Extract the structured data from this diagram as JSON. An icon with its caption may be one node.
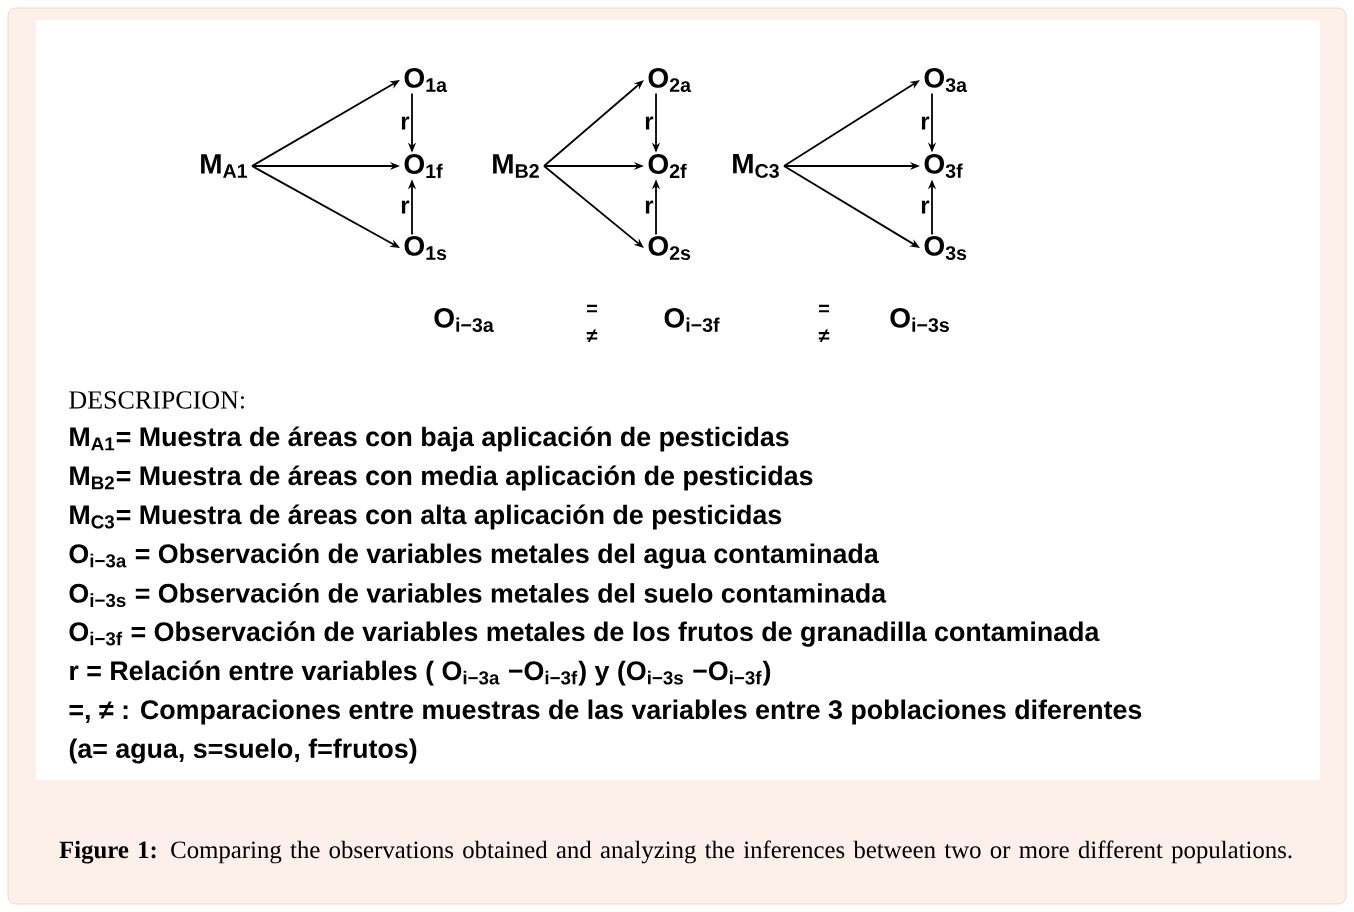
{
  "diagram": {
    "caption": "**Figure 1:** Comparing the observations obtained and analyzing the inferences between two or more different populations.",
    "nodes": [
      {
        "text": [
          "M$_{A1}$"
        ]
      },
      {
        "text": [
          "O$_{1a}$"
        ]
      },
      {
        "text": [
          "O$_{1f}$"
        ]
      },
      {
        "text": [
          "O$_{1s}$"
        ]
      },
      {
        "text": [
          "M$_{B2}$"
        ]
      },
      {
        "text": [
          "O$_{2a}$"
        ]
      },
      {
        "text": [
          "O$_{2f}$"
        ]
      },
      {
        "text": [
          "O$_{2s}$"
        ]
      },
      {
        "text": [
          "M$_{C3}$"
        ]
      },
      {
        "text": [
          "O$_{3a}$"
        ]
      },
      {
        "text": [
          "O$_{3f}$"
        ]
      },
      {
        "text": [
          "O$_{3s}$"
        ]
      }
    ],
    "edges": [
      {
        "from": 0,
        "to": 1,
        "arrow": "to"
      },
      {
        "from": 0,
        "to": 2,
        "arrow": "to"
      },
      {
        "from": 0,
        "to": 3,
        "arrow": "to"
      },
      {
        "from": 1,
        "to": 2,
        "arrow": "to",
        "label": "r"
      },
      {
        "from": 3,
        "to": 2,
        "arrow": "to",
        "label": "r"
      },
      {
        "from": 4,
        "to": 5,
        "arrow": "to"
      },
      {
        "from": 4,
        "to": 6,
        "arrow": "to"
      },
      {
        "from": 4,
        "to": 7,
        "arrow": "to"
      },
      {
        "from": 5,
        "to": 6,
        "arrow": "to",
        "label": "r"
      },
      {
        "from": 7,
        "to": 6,
        "arrow": "to",
        "label": "r"
      },
      {
        "from": 8,
        "to": 9,
        "arrow": "to"
      },
      {
        "from": 8,
        "to": 10,
        "arrow": "to"
      },
      {
        "from": 8,
        "to": 11,
        "arrow": "to"
      },
      {
        "from": 9,
        "to": 10,
        "arrow": "to",
        "label": "r"
      },
      {
        "from": 11,
        "to": 10,
        "arrow": "to",
        "label": "r"
      }
    ],
    "labels": [
      "O$_{i−3a}$",
      "=",
      "≠",
      "O$_{i−3f}$",
      "=",
      "≠",
      "O$_{i−3s}$",
      "DESCRIPCION:",
      "M$_{A1}$= Muestra de áreas con baja aplicación de pesticidas",
      "M$_{B2}$= Muestra de áreas con media aplicación de pesticidas",
      "M$_{C3}$= Muestra de áreas con alta aplicación de pesticidas",
      "O$_{i−3a}$ = Observación de variables  metales del agua contaminada",
      "O$_{i−3s}$ = Observación de variables metales del suelo contaminada",
      "O$_{i−3f}$ = Observación de variables metales de los frutos de granadilla contaminada",
      "r = Relación entre variables ( O$_{i−3a}$ −O$_{i−3f}$) y (O$_{i−3s}$ −O$_{i−3f}$)",
      "=, ≠ : Comparaciones entre muestras de las variables entre 3 poblaciones diferentes",
      "(a= agua, s=suelo, f=frutos)"
    ]
  }
}
